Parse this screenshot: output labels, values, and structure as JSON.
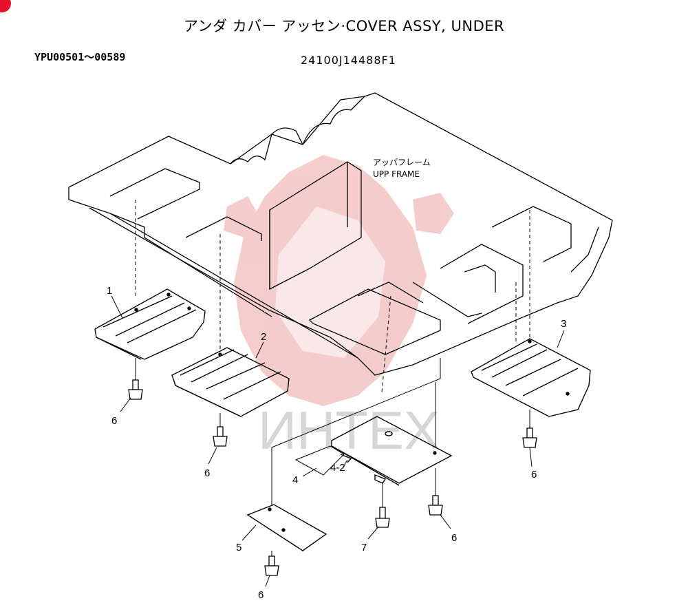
{
  "header": {
    "title": "アンダ カバー アッセン·COVER ASSY, UNDER",
    "serial_range": "YPU00501～00589",
    "part_number": "24100J14488F1"
  },
  "diagram": {
    "frame_label_jp": "アッパフレーム",
    "frame_label_en": "UPP FRAME",
    "callouts": {
      "c1": "1",
      "c2": "2",
      "c3": "3",
      "c4": "4",
      "c4_2": "4-2",
      "c5": "5",
      "c6a": "6",
      "c6b": "6",
      "c6c": "6",
      "c6d": "6",
      "c6e": "6",
      "c7": "7"
    },
    "watermark_text": "ИНТЕХ"
  },
  "colors": {
    "line": "#000000",
    "watermark_logo": "#f3c4c4",
    "watermark_text": "#d6d6d6",
    "badge": "#e8102a"
  }
}
